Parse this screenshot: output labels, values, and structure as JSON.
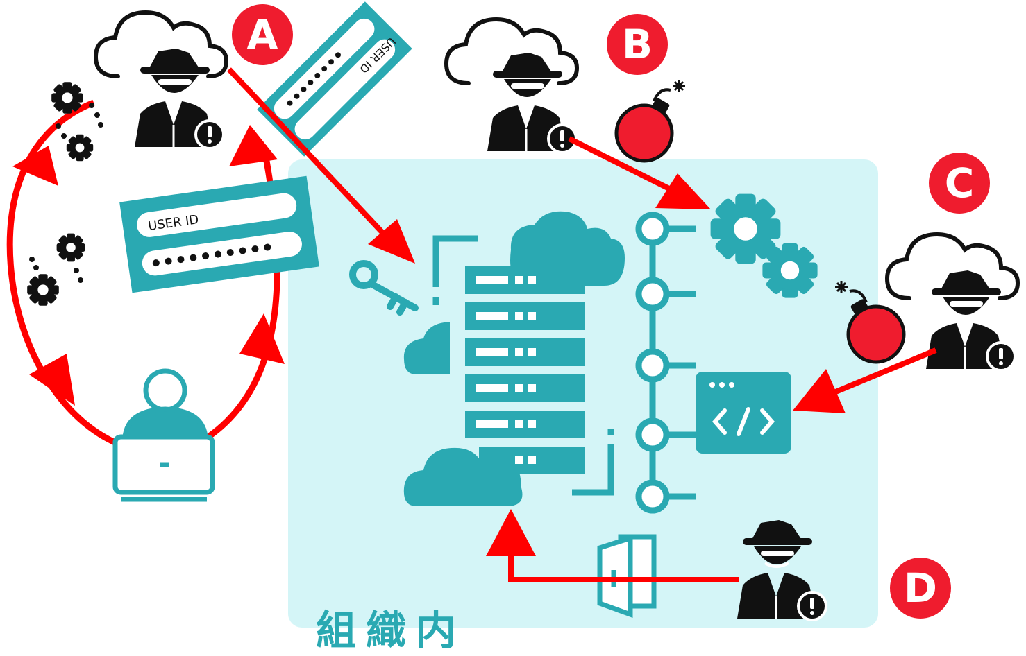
{
  "colors": {
    "teal": "#2aa9b2",
    "area": "#d4f5f7",
    "red": "#ff0000",
    "badge": "#ef1c2e",
    "black": "#111111"
  },
  "badges": {
    "a": "A",
    "b": "B",
    "c": "C",
    "d": "D"
  },
  "cards": {
    "top_user_id": "USER ID",
    "left_user_id": "USER ID"
  },
  "org_label": "組織内",
  "icons": [
    "hacker-icon",
    "cloud-outline-icon",
    "gear-icon",
    "laptop-user-icon",
    "key-icon",
    "server-rack-icon",
    "cloud-icon",
    "network-node-icon",
    "code-window-icon",
    "bomb-icon",
    "door-icon",
    "warning-icon"
  ]
}
